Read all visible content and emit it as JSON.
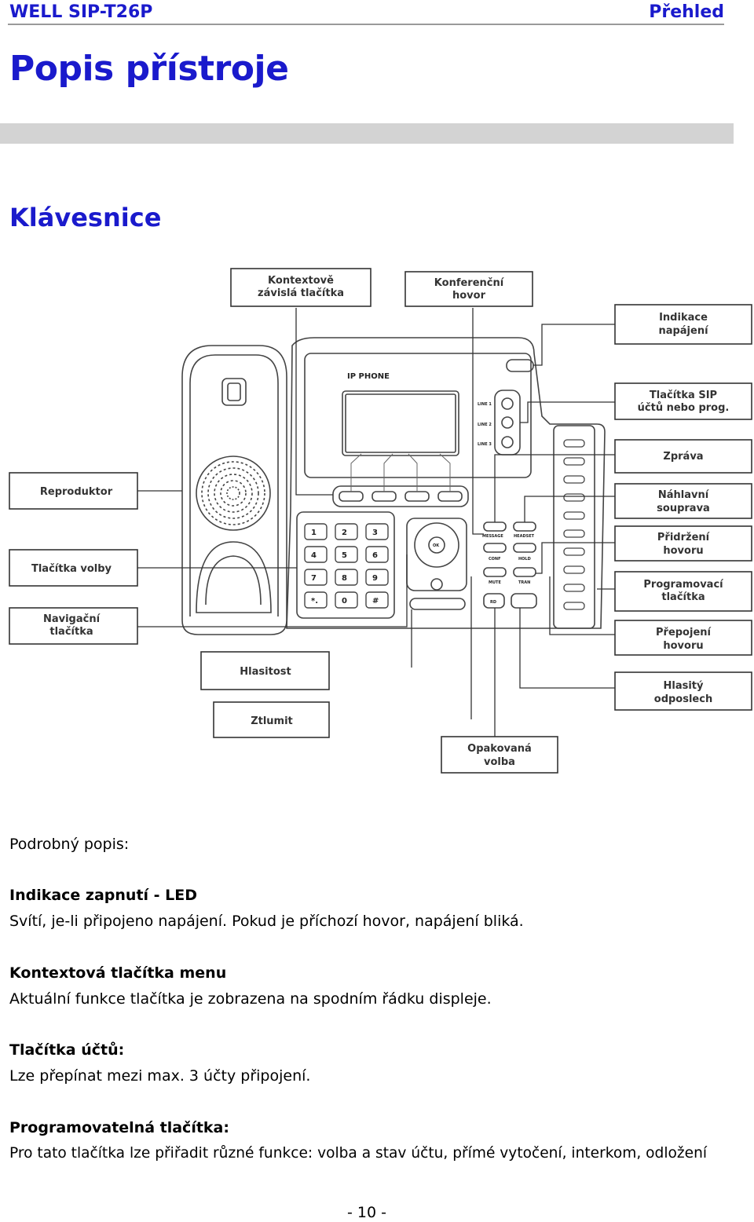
{
  "header": {
    "left": "WELL SIP-T26P",
    "right": "Přehled"
  },
  "title": "Popis přístroje",
  "section_title": "Klávesnice",
  "diagram": {
    "labels": {
      "context_keys": [
        "Kontextově",
        "závislá tlačítka"
      ],
      "conference": [
        "Konferenční",
        "hovor"
      ],
      "power_indicator": [
        "Indikace",
        "napájení"
      ],
      "sip_keys": [
        "Tlačítka SIP",
        "účtů nebo prog."
      ],
      "message": [
        "Zpráva"
      ],
      "headset": [
        "Náhlavní",
        "souprava"
      ],
      "hold": [
        "Přidržení",
        "hovoru"
      ],
      "programmable": [
        "Programovací",
        "tlačítka"
      ],
      "transfer": [
        "Přepojení",
        "hovoru"
      ],
      "speakerphone": [
        "Hlasitý",
        "odposlech"
      ],
      "redial": [
        "Opakovaná",
        "volba"
      ],
      "mute": [
        "Ztlumit"
      ],
      "volume": [
        "Hlasitost"
      ],
      "nav_keys": [
        "Navigační",
        "tlačítka"
      ],
      "dial_keys": [
        "Tlačítka volby"
      ],
      "speaker": [
        "Reproduktor"
      ]
    },
    "phone": {
      "brand": "IP PHONE",
      "lines": [
        "LINE 1",
        "LINE 2",
        "LINE 3"
      ],
      "keypad": [
        "1",
        "2",
        "3",
        "4",
        "5",
        "6",
        "7",
        "8",
        "9",
        "*.",
        "0",
        "#"
      ],
      "func_keys": [
        "MESSAGE",
        "HEADSET",
        "CONF",
        "HOLD",
        "MUTE",
        "TRAN"
      ],
      "ok": "OK",
      "rd": "RD"
    }
  },
  "body": {
    "intro": "Podrobný popis:",
    "items": [
      {
        "heading": "Indikace zapnutí - LED",
        "text": "Svítí, je-li připojeno napájení. Pokud je příchozí hovor, napájení bliká."
      },
      {
        "heading": "Kontextová tlačítka menu",
        "text": "Aktuální funkce tlačítka je zobrazena na spodním řádku displeje."
      },
      {
        "heading": "Tlačítka účtů:",
        "text": "Lze přepínat mezi max. 3 účty připojení."
      },
      {
        "heading": "Programovatelná tlačítka:",
        "text": "Pro tato tlačítka lze přiřadit různé funkce: volba a stav účtu, přímé vytočení, interkom, odložení"
      }
    ]
  },
  "footer": "- 10 -"
}
